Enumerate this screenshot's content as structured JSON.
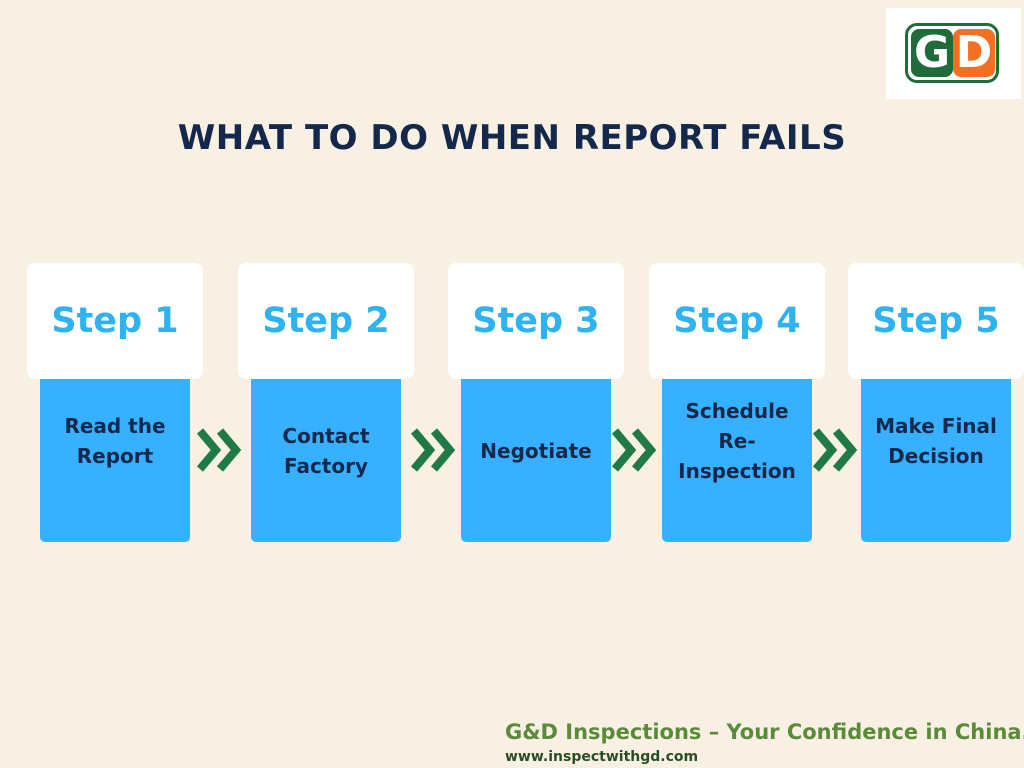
{
  "logo": {
    "left_letter": "G",
    "right_letter": "D",
    "green": "#1f6b3a",
    "orange": "#f36f21"
  },
  "title": "WHAT TO DO WHEN REPORT FAILS",
  "colors": {
    "background": "#f8f0e2",
    "step_heading": "#2fb2f0",
    "step_body": "#36b0ff",
    "dark_text": "#14284b",
    "arrow": "#1f7a45"
  },
  "steps": [
    {
      "label": "Step 1",
      "text": "Read the\nReport"
    },
    {
      "label": "Step 2",
      "text": "Contact\nFactory"
    },
    {
      "label": "Step 3",
      "text": "Negotiate"
    },
    {
      "label": "Step 4",
      "text": "Schedule\nRe-\nInspection"
    },
    {
      "label": "Step 5",
      "text": "Make Final\nDecision"
    }
  ],
  "arrow_icon": "double-chevron-right-icon",
  "footer": {
    "tagline": "G&D Inspections – Your Confidence in China.",
    "url": "www.inspectwithgd.com"
  }
}
